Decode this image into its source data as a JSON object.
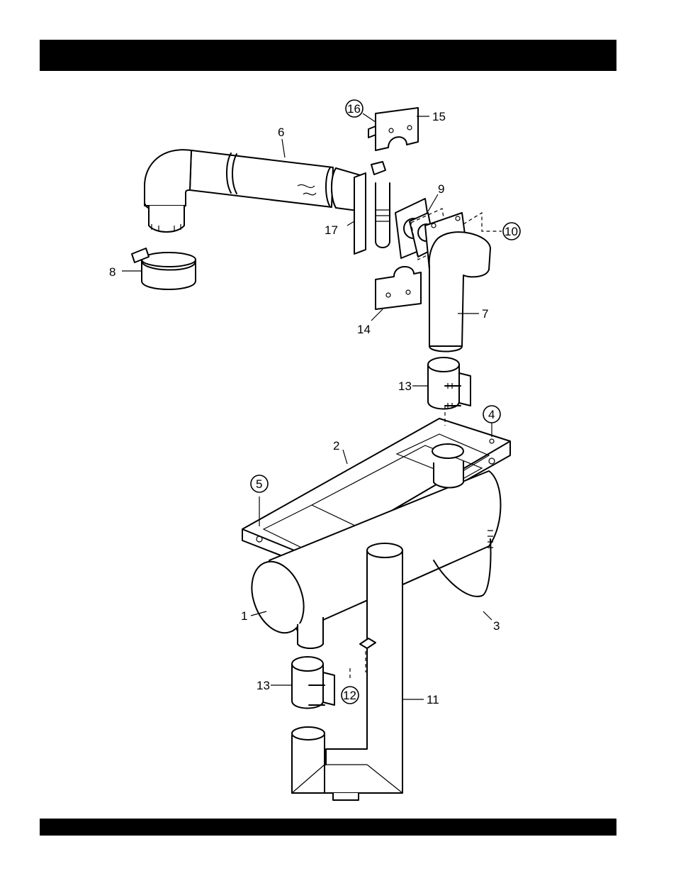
{
  "header": {
    "title": ""
  },
  "footer": {
    "text": ""
  },
  "callouts": {
    "p1": "1",
    "p2": "2",
    "p3": "3",
    "p4": "4",
    "p5": "5",
    "p6": "6",
    "p7": "7",
    "p8": "8",
    "p9": "9",
    "p10": "10",
    "p11": "11",
    "p12": "12",
    "p13a": "13",
    "p13b": "13",
    "p14": "14",
    "p15": "15",
    "p16": "16",
    "p17": "17"
  },
  "colors": {
    "bars": "#000000",
    "lines": "#000000",
    "background": "#ffffff"
  }
}
